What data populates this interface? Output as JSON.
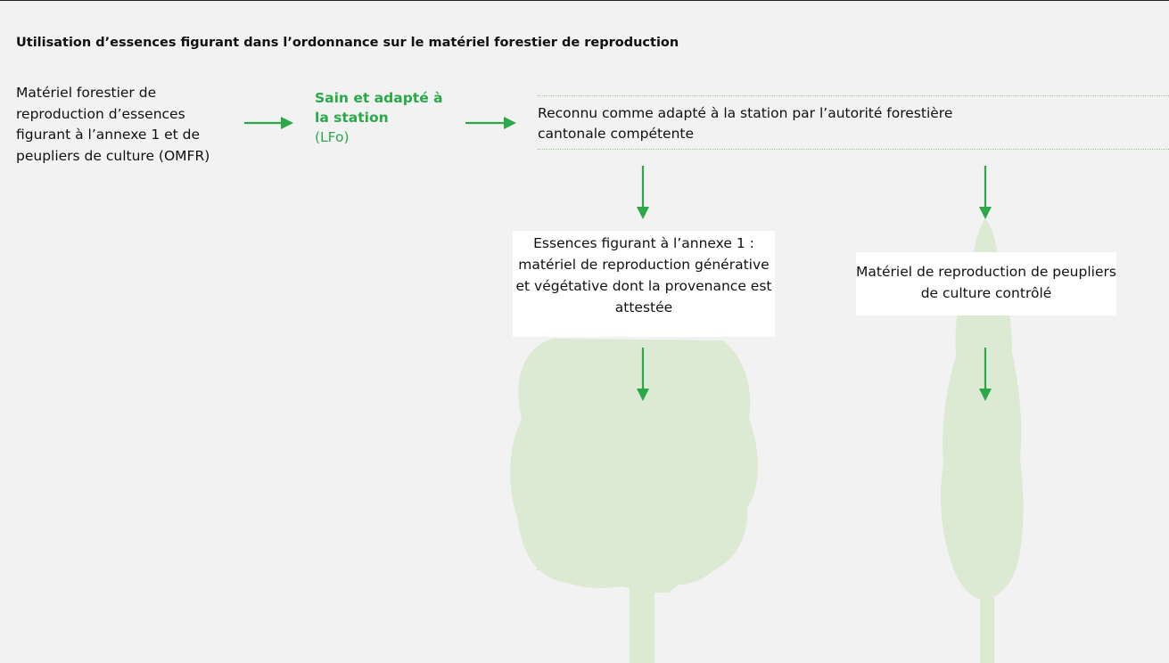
{
  "title": "Utilisation d’essences figurant dans l’ordonnance sur le matériel forestier de reproduction",
  "source": {
    "text": "Matériel forestier de reproduction d’essences figurant à l’annexe 1 et de peupliers de culture (OMFR)"
  },
  "criterion": {
    "bold_text": "Sain et adapté à la station",
    "law": "(LFo)"
  },
  "recognized": {
    "text": "Reconnu comme adapté à la station par l’autorité forestière cantonale compétente"
  },
  "branches": {
    "annex": "Essences figurant à l’annexe 1 : matériel de reproduction générative et végétative dont la provenance est attestée",
    "poplar": "Matériel de reproduction de peupliers de culture contrôlé"
  },
  "colors": {
    "accent": "#2aa84a",
    "tree": "#dce9d3",
    "background": "#f2f2f2"
  },
  "icons": [
    "arrow-right-icon",
    "arrow-down-icon",
    "broadleaf-tree-icon",
    "poplar-tree-icon"
  ]
}
